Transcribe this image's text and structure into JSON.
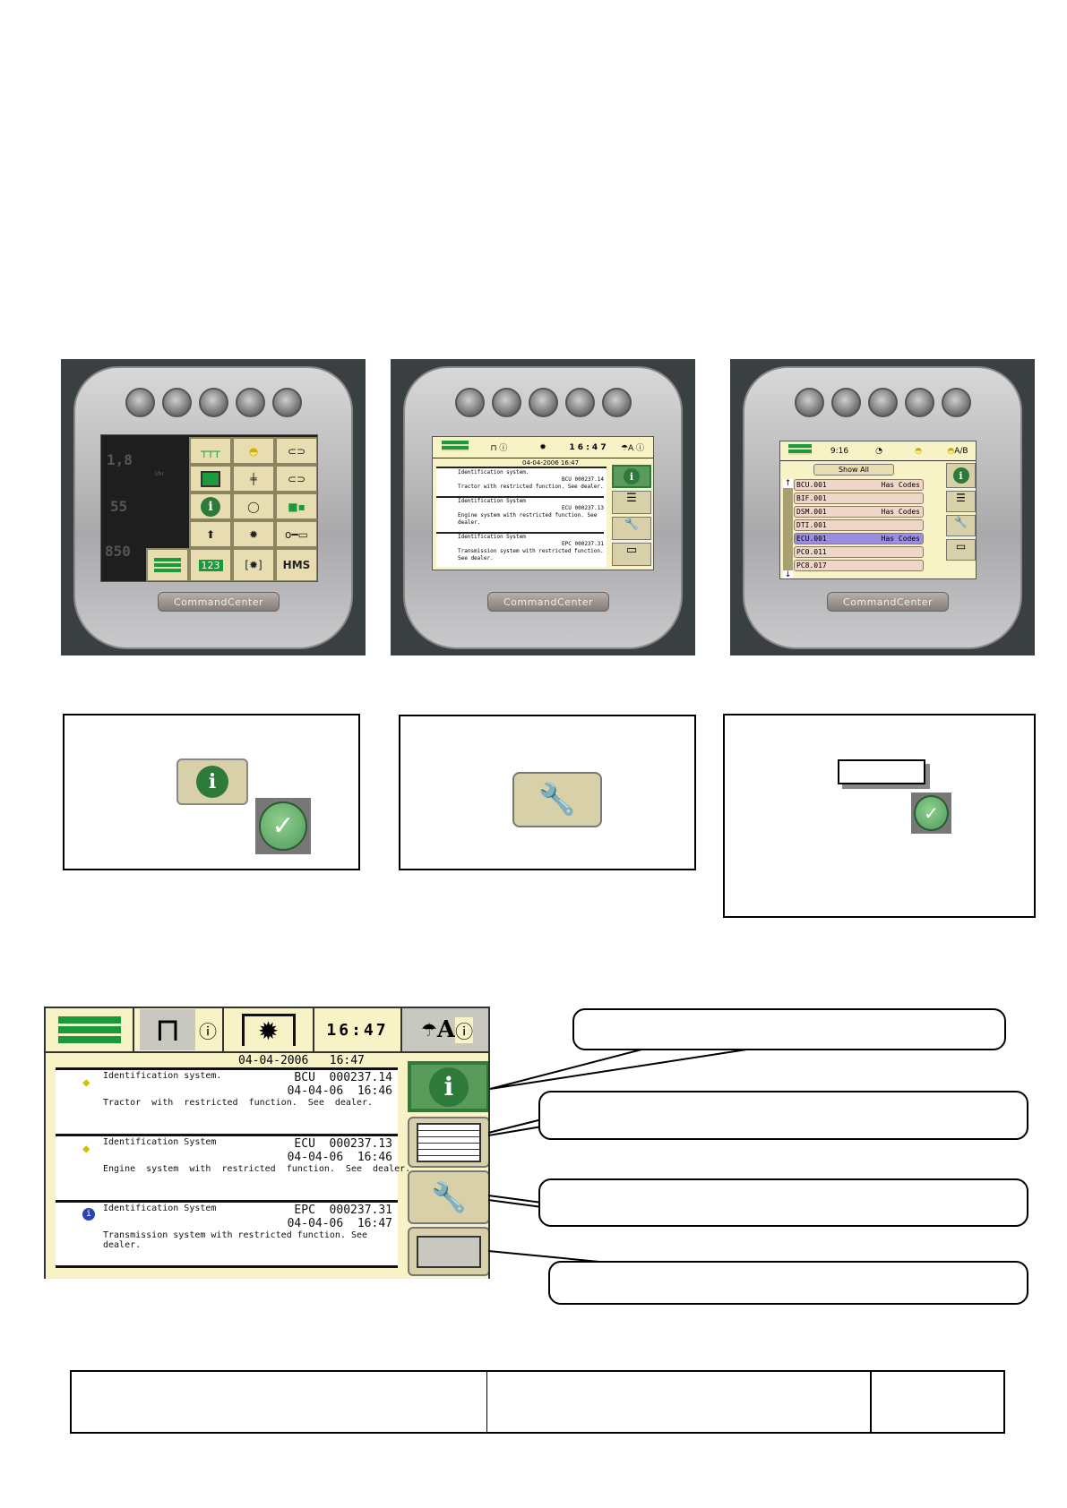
{
  "brand": "CommandCenter",
  "panel1": {
    "readouts": [
      "1,8",
      "55",
      "850"
    ],
    "readout_unit": "l/hr",
    "info_icon": "i",
    "bottom_labels": [
      "123",
      "HMS"
    ]
  },
  "screen": {
    "time": "16:47",
    "time_small": "1 6 : 4 7",
    "date": "04-04-2006   16:47",
    "messages": [
      {
        "title": "Identification  system.",
        "code": "BCU  000237.14",
        "stamp": "04-04-06  16:46",
        "text": "Tractor  with  restricted  function.  See  dealer.",
        "icon": "warning"
      },
      {
        "title": "Identification  System",
        "code": "ECU  000237.13",
        "stamp": "04-04-06  16:46",
        "text": "Engine  system  with  restricted  function.  See  dealer.",
        "icon": "warning"
      },
      {
        "title": "Identification  System",
        "code": "EPC  000237.31",
        "stamp": "04-04-06  16:47",
        "text": "Transmission  system  with  restricted  function.   See  dealer.",
        "icon": "info"
      }
    ],
    "info_icon": "i",
    "auto_label": "A"
  },
  "panel3": {
    "time": "9:16",
    "ab_label": "A/B",
    "show_all": "Show  All",
    "rows": [
      {
        "name": "BCU.001",
        "status": "Has  Codes"
      },
      {
        "name": "BIF.001",
        "status": ""
      },
      {
        "name": "DSM.001",
        "status": "Has  Codes"
      },
      {
        "name": "DTI.001",
        "status": ""
      },
      {
        "name": "ECU.001",
        "status": "Has  Codes",
        "selected": true
      },
      {
        "name": "PC0.011",
        "status": ""
      },
      {
        "name": "PC8.017",
        "status": ""
      }
    ],
    "selected_color": "#9a8ee0"
  },
  "colors": {
    "screen_bg": "#f7f3c6",
    "accent_green": "#2e7a3a",
    "row_bg": "#f0d6c8"
  }
}
